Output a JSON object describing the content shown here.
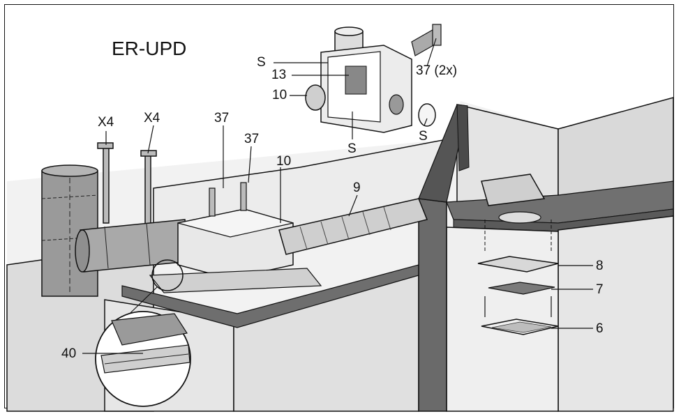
{
  "title": "ER-UPD",
  "labels": {
    "s_top": "S",
    "n13": "13",
    "n10_inset": "10",
    "s_bottom": "S",
    "s_right": "S",
    "n37_2x": "37 (2x)",
    "x4_left": "X4",
    "x4_right": "X4",
    "n37_a": "37",
    "n37_b": "37",
    "n10": "10",
    "n9": "9",
    "n8": "8",
    "n7": "7",
    "n6": "6",
    "n40": "40"
  },
  "colors": {
    "ink": "#111111",
    "wall_light": "#e9e9e9",
    "wall_mid": "#cfcfcf",
    "wall_dark": "#6e6e6e",
    "duct": "#9a9a9a"
  }
}
